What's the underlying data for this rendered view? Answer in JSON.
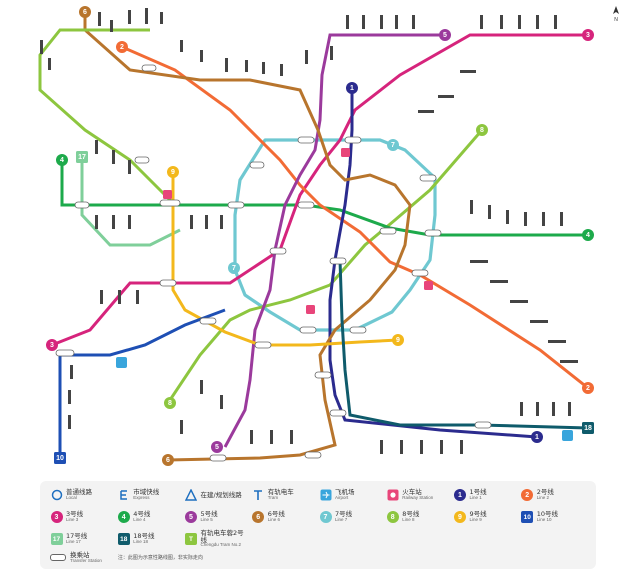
{
  "compass": "N",
  "colors": {
    "line1": "#2b2b8e",
    "line2": "#f26b35",
    "line3": "#d6247c",
    "line4": "#1daa4b",
    "line5": "#9b3a9c",
    "line6": "#b8752d",
    "line7": "#6fc8d1",
    "line8": "#8dc63f",
    "line9": "#f3b81c",
    "line10": "#1e4fb4",
    "line17": "#7fcf9a",
    "line18": "#0f5b6b",
    "tram": "#8dc63f"
  },
  "badges": [
    {
      "id": "6",
      "label": "6",
      "color": "#b8752d"
    },
    {
      "id": "2n",
      "label": "2",
      "color": "#f26b35"
    },
    {
      "id": "5n",
      "label": "5",
      "color": "#9b3a9c"
    },
    {
      "id": "3ne",
      "label": "3",
      "color": "#d6247c"
    },
    {
      "id": "1n",
      "label": "1",
      "color": "#2b2b8e"
    },
    {
      "id": "8n",
      "label": "8",
      "color": "#8dc63f"
    },
    {
      "id": "4w",
      "label": "4",
      "color": "#1daa4b"
    },
    {
      "id": "17",
      "label": "17",
      "color": "#7fcf9a"
    },
    {
      "id": "9n",
      "label": "9",
      "color": "#f3b81c"
    },
    {
      "id": "4e",
      "label": "4",
      "color": "#1daa4b"
    },
    {
      "id": "7",
      "label": "7",
      "color": "#6fc8d1"
    },
    {
      "id": "3sw",
      "label": "3",
      "color": "#d6247c"
    },
    {
      "id": "2se",
      "label": "2",
      "color": "#f26b35"
    },
    {
      "id": "8s",
      "label": "8",
      "color": "#8dc63f"
    },
    {
      "id": "9s",
      "label": "9",
      "color": "#f3b81c"
    },
    {
      "id": "5s",
      "label": "5",
      "color": "#9b3a9c"
    },
    {
      "id": "6s",
      "label": "6",
      "color": "#b8752d"
    },
    {
      "id": "1s",
      "label": "1",
      "color": "#2b2b8e"
    },
    {
      "id": "10",
      "label": "10",
      "color": "#1e4fb4"
    },
    {
      "id": "18",
      "label": "18",
      "color": "#0f5b6b"
    },
    {
      "id": "7b",
      "label": "7",
      "color": "#6fc8d1"
    }
  ],
  "legend": {
    "items": [
      {
        "icon": "local-line-icon",
        "cn": "普通线路",
        "en": "Local"
      },
      {
        "icon": "express-line-icon",
        "cn": "市域快线",
        "en": "Express"
      },
      {
        "icon": "station-under-construction-icon",
        "cn": "在建/规划线路",
        "en": ""
      },
      {
        "icon": "tram-icon",
        "cn": "有轨电车",
        "en": "Tram"
      },
      {
        "icon": "airport-icon",
        "cn": "飞机场",
        "en": "Airport"
      },
      {
        "icon": "railway-station-icon",
        "cn": "火车站",
        "en": "Railway Station"
      },
      {
        "icon": "line-badge",
        "badge": "1",
        "color": "#2b2b8e",
        "cn": "1号线",
        "en": "Line 1"
      },
      {
        "icon": "line-badge",
        "badge": "2",
        "color": "#f26b35",
        "cn": "2号线",
        "en": "Line 2"
      },
      {
        "icon": "line-badge",
        "badge": "3",
        "color": "#d6247c",
        "cn": "3号线",
        "en": "Line 3"
      },
      {
        "icon": "line-badge",
        "badge": "4",
        "color": "#1daa4b",
        "cn": "4号线",
        "en": "Line 4"
      },
      {
        "icon": "line-badge",
        "badge": "5",
        "color": "#9b3a9c",
        "cn": "5号线",
        "en": "Line 5"
      },
      {
        "icon": "line-badge",
        "badge": "6",
        "color": "#b8752d",
        "cn": "6号线",
        "en": "Line 6"
      },
      {
        "icon": "line-badge",
        "badge": "7",
        "color": "#6fc8d1",
        "cn": "7号线",
        "en": "Line 7"
      },
      {
        "icon": "line-badge",
        "badge": "8",
        "color": "#8dc63f",
        "cn": "8号线",
        "en": "Line 8"
      },
      {
        "icon": "line-badge",
        "badge": "9",
        "color": "#f3b81c",
        "cn": "9号线",
        "en": "Line 9"
      },
      {
        "icon": "line-square",
        "badge": "10",
        "color": "#1e4fb4",
        "cn": "10号线",
        "en": "Line 10"
      },
      {
        "icon": "line-square",
        "badge": "17",
        "color": "#7fcf9a",
        "cn": "17号线",
        "en": "Line 17"
      },
      {
        "icon": "line-square",
        "badge": "18",
        "color": "#0f5b6b",
        "cn": "18号线",
        "en": "Line 18"
      },
      {
        "icon": "tram-badge",
        "badge": "T",
        "color": "#8dc63f",
        "cn": "有轨电车蓉2号线",
        "en": "Chengdu Tram No.2"
      }
    ],
    "transfer_cn": "换乘站",
    "transfer_en": "Transfer Station",
    "note": "注：此图为示意性路线图，非实际走向"
  }
}
